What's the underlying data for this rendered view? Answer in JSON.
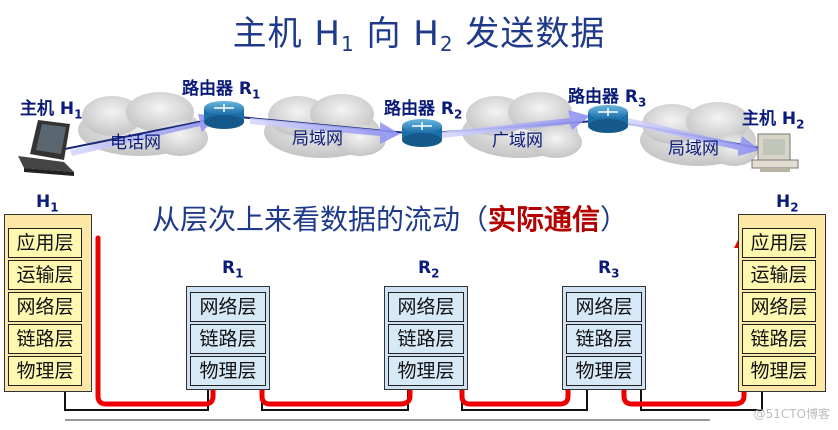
{
  "title": {
    "prefix": "主机 H",
    "h1_sub": "1",
    "mid": " 向 H",
    "h2_sub": "2",
    "suffix": " 发送数据"
  },
  "top": {
    "host1_label": "主机 H",
    "host1_sub": "1",
    "host2_label": "主机 H",
    "host2_sub": "2",
    "router_label": "路由器 R",
    "r1_sub": "1",
    "r2_sub": "2",
    "r3_sub": "3",
    "clouds": [
      "电话网",
      "局域网",
      "广域网",
      "局域网"
    ]
  },
  "subtitle": {
    "main": "从层次上来看数据的流动（",
    "highlight": "实际通信",
    "end": "）"
  },
  "hosts": {
    "h1_label": "H",
    "h1_sub": "1",
    "h2_label": "H",
    "h2_sub": "2",
    "layers": [
      "应用层",
      "运输层",
      "网络层",
      "链路层",
      "物理层"
    ]
  },
  "routers": {
    "label": "R",
    "subs": [
      "1",
      "2",
      "3"
    ],
    "layers": [
      "网络层",
      "链路层",
      "物理层"
    ]
  },
  "colors": {
    "title": "#1f3a8a",
    "highlight": "#b30000",
    "flow": "#ee0000",
    "host_layer": "#fef7b0",
    "router_layer": "#d7e8f6"
  },
  "watermark": "@51CTO博客"
}
